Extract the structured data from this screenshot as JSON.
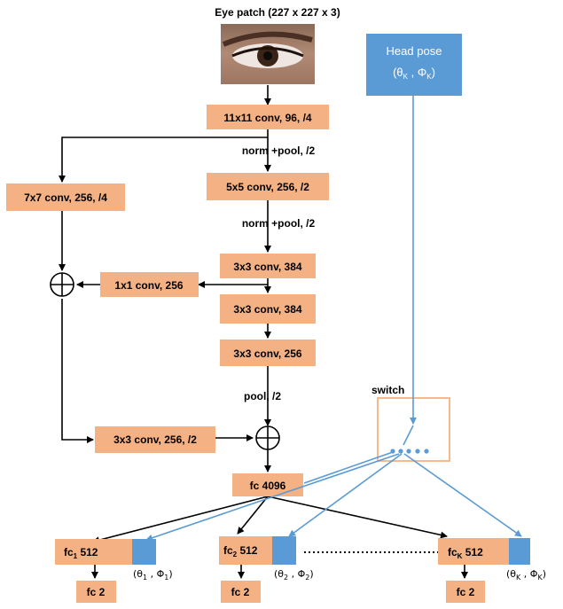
{
  "title": "Eye patch (227 x 227 x 3)",
  "colors": {
    "orange_box": "#f4b183",
    "blue_box": "#5b9bd5",
    "arrow_black": "#000000",
    "arrow_blue": "#5b9bd5",
    "switch_border": "#f4b183"
  },
  "boxes": {
    "conv1": "11x11 conv, 96, /4",
    "conv2": "5x5 conv, 256, /2",
    "conv3": "3x3 conv, 384",
    "conv4": "3x3 conv, 384",
    "conv5": "3x3 conv, 256",
    "branch1": "7x7 conv, 256, /4",
    "branch2": "1x1 conv, 256",
    "branch3": "3x3 conv, 256, /2",
    "fc4096": "fc 4096"
  },
  "labels": {
    "normpool1": "norm +pool, /2",
    "normpool2": "norm +pool, /2",
    "pool": "pool, /2",
    "switch": "switch"
  },
  "headpose": {
    "line1": "Head pose",
    "line2": "(θ",
    "sub_k": "K",
    "comma": " , Φ",
    "close": ")"
  },
  "heads": [
    {
      "fc_prefix": "fc",
      "fc_sub": "1",
      "fc_suffix": " 512",
      "out": "fc 2",
      "theta": "(θ",
      "theta_sub": "1",
      "phi": " , Φ",
      "phi_sub": "1",
      "close": ")"
    },
    {
      "fc_prefix": "fc",
      "fc_sub": "2",
      "fc_suffix": " 512",
      "out": "fc 2",
      "theta": "(θ",
      "theta_sub": "2",
      "phi": " , Φ",
      "phi_sub": "2",
      "close": ")"
    },
    {
      "fc_prefix": "fc",
      "fc_sub": "K",
      "fc_suffix": " 512",
      "out": "fc 2",
      "theta": "(θ",
      "theta_sub": "K",
      "phi": " , Φ",
      "phi_sub": "K",
      "close": ")"
    }
  ]
}
